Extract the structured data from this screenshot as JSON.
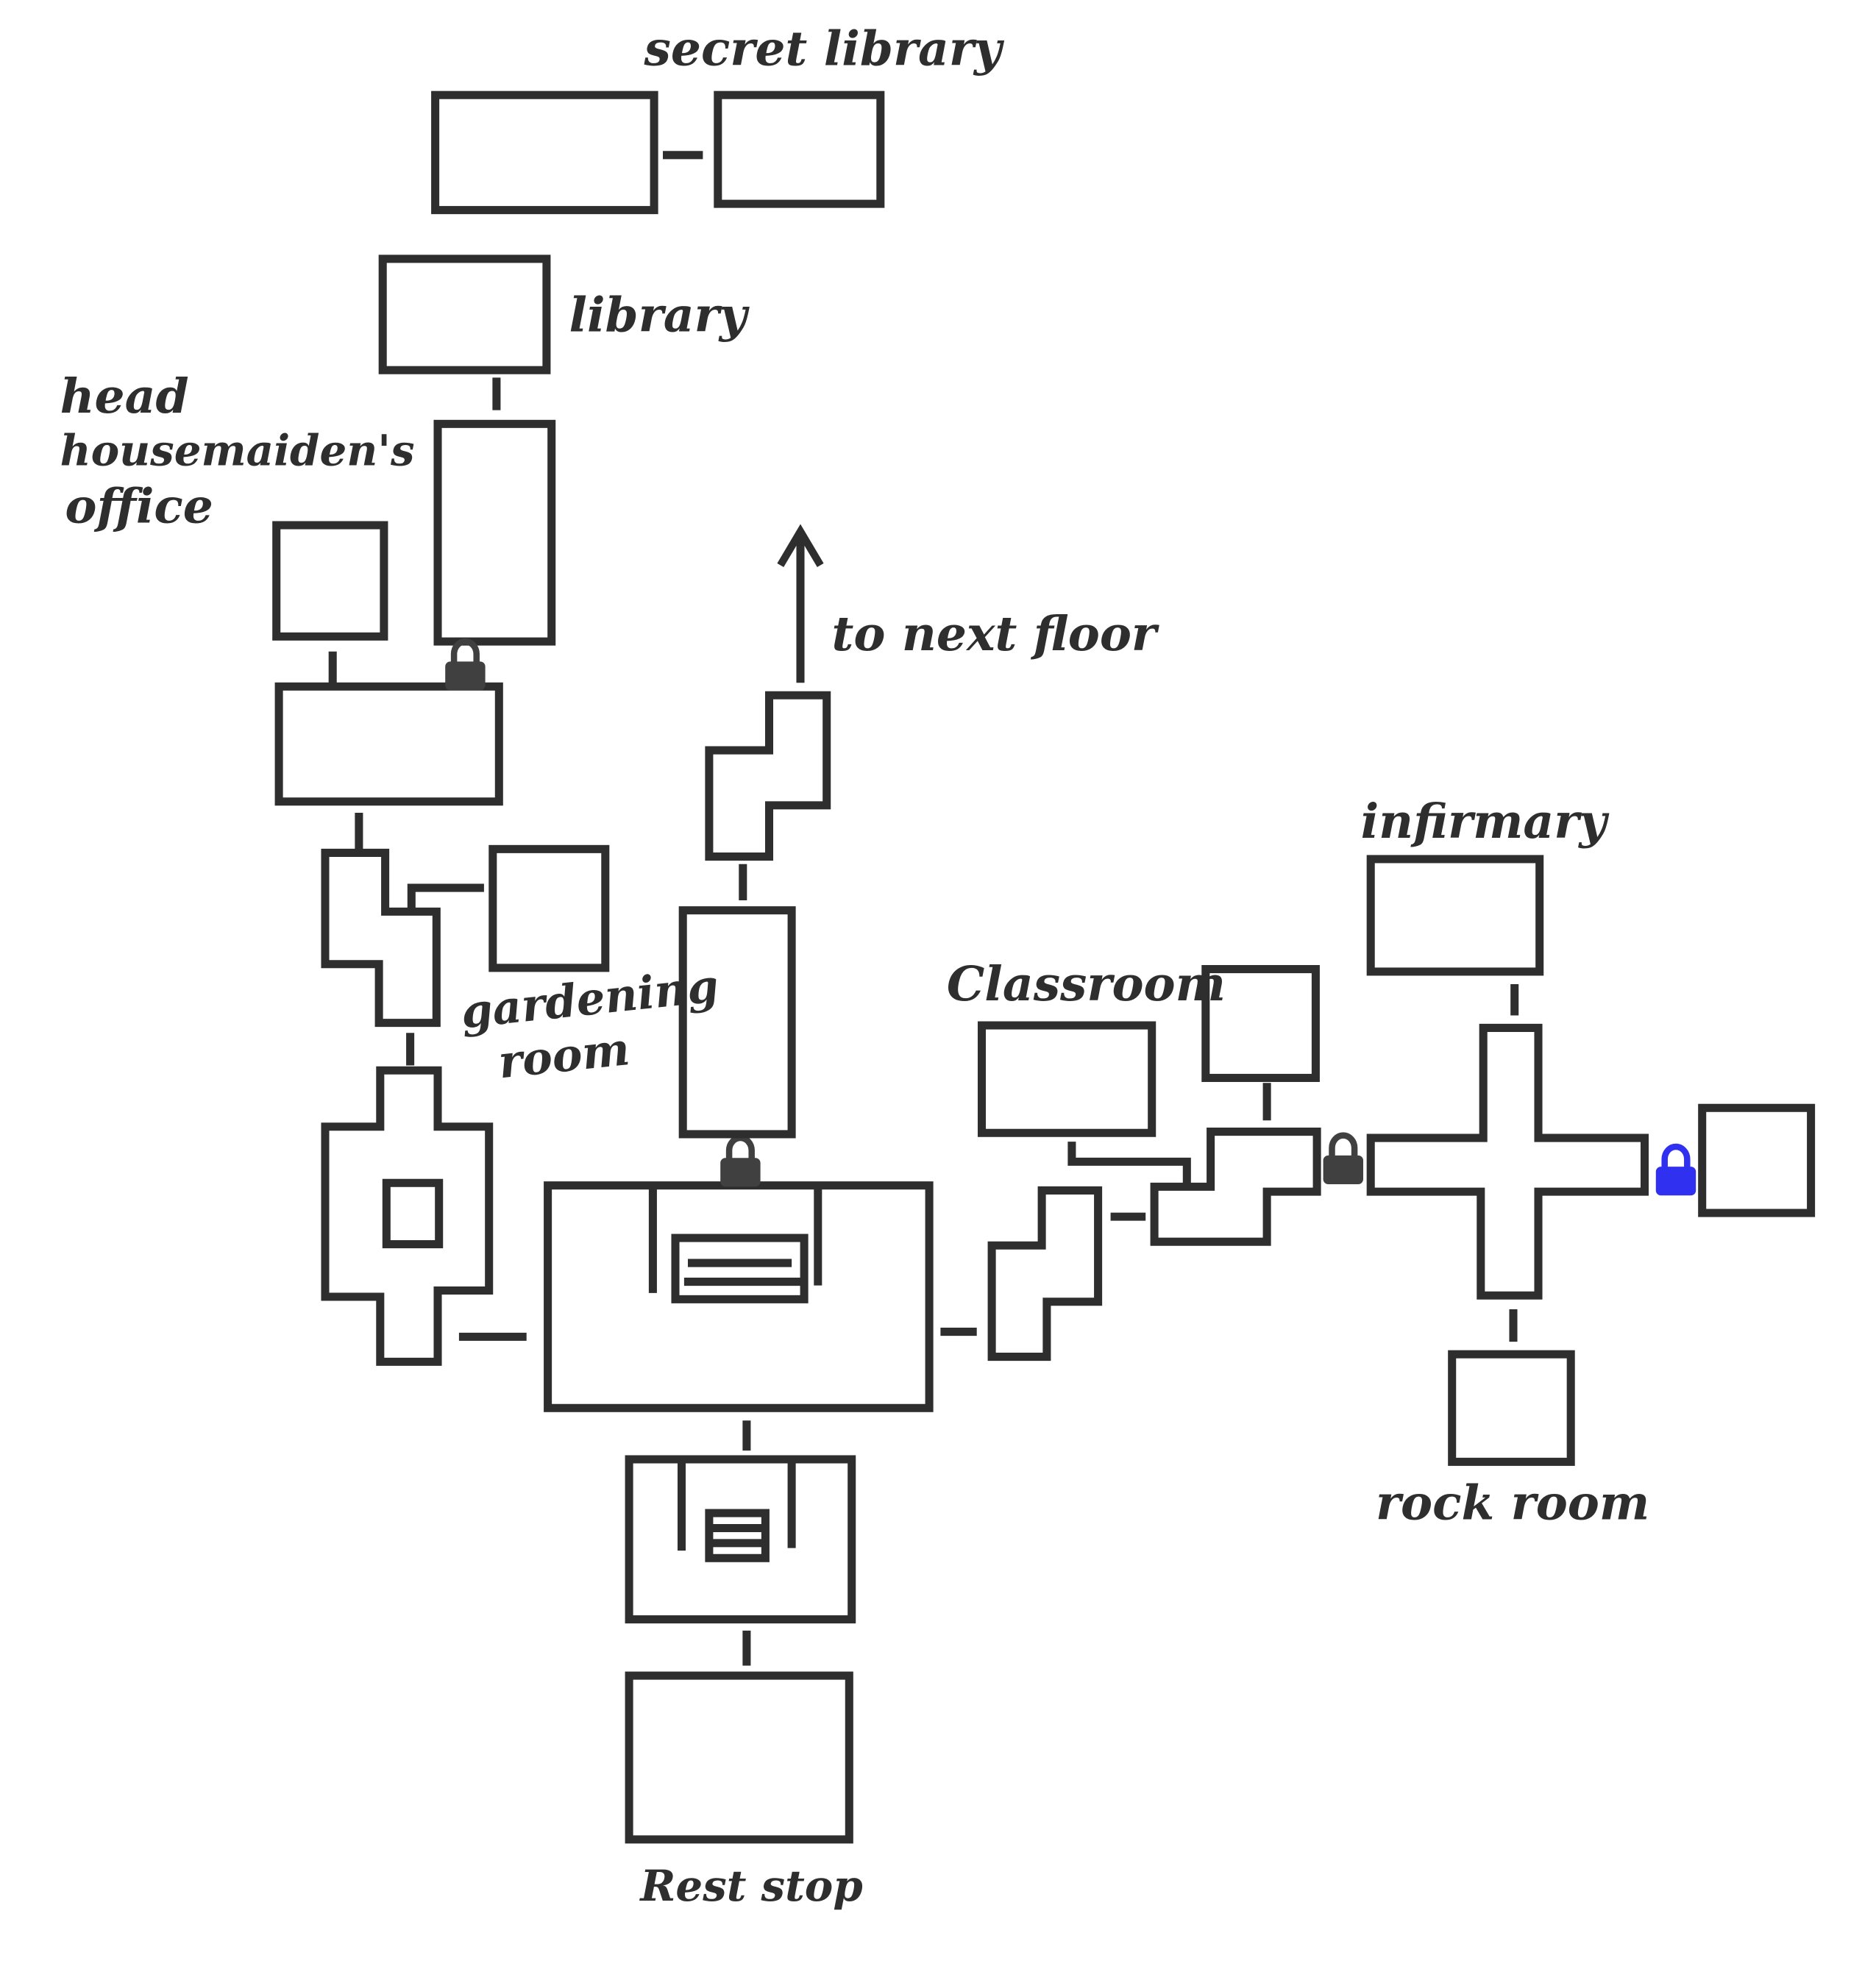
{
  "title": "Floor map",
  "colors": {
    "ink": "#2e2e2e",
    "lock_dark": "#404040",
    "lock_blue": "#3030f0",
    "background": "#ffffff"
  },
  "labels": {
    "secret_library": "secret library",
    "library": "library",
    "head_housemaiden_line1": "head",
    "head_housemaiden_line2": "housemaiden's",
    "head_housemaiden_line3": "office",
    "to_next_floor": "to next floor",
    "infirmary": "infirmary",
    "classroom": "Classroom",
    "gardening_line1": "gardening",
    "gardening_line2": "room",
    "rock_room": "rock room",
    "rest_stop": "Rest stop"
  },
  "rooms": [
    {
      "id": "secret-library-west",
      "name": "secret library"
    },
    {
      "id": "secret-library-east",
      "name": "secret library"
    },
    {
      "id": "library",
      "name": "library"
    },
    {
      "id": "library-corridor"
    },
    {
      "id": "head-housemaidens-office",
      "name": "head housemaiden's office"
    },
    {
      "id": "west-hall"
    },
    {
      "id": "west-z-corridor"
    },
    {
      "id": "gardening-room",
      "name": "gardening room"
    },
    {
      "id": "west-cross-hub"
    },
    {
      "id": "main-hall"
    },
    {
      "id": "north-corridor"
    },
    {
      "id": "north-z-room"
    },
    {
      "id": "stair-room"
    },
    {
      "id": "rest-stop",
      "name": "Rest stop"
    },
    {
      "id": "east-z-corridor"
    },
    {
      "id": "classroom",
      "name": "Classroom"
    },
    {
      "id": "east-small-room"
    },
    {
      "id": "east-step-room"
    },
    {
      "id": "infirmary",
      "name": "infirmary"
    },
    {
      "id": "east-cross-hub"
    },
    {
      "id": "blue-locked-room"
    },
    {
      "id": "rock-room",
      "name": "rock room"
    }
  ],
  "locks": [
    {
      "id": "lock-west-hall",
      "color": "dark"
    },
    {
      "id": "lock-main-hall-north",
      "color": "dark"
    },
    {
      "id": "lock-east-step-room",
      "color": "dark"
    },
    {
      "id": "lock-blue-room",
      "color": "blue"
    }
  ]
}
